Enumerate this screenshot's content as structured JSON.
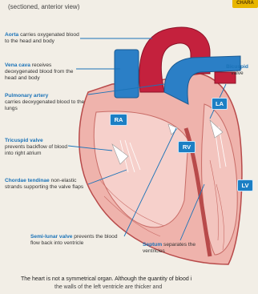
{
  "subtitle": "(sectioned, anterior view)",
  "badge": "CHARA",
  "labels": {
    "aorta": {
      "term": "Aorta",
      "desc": "carries oxygenated blood to the head and body"
    },
    "vena_cava": {
      "term": "Vena cava",
      "desc": "receives deoxygenated blood from the head and body"
    },
    "pulmonary": {
      "term": "Pulmonary artery",
      "desc": "carries deoxygenated blood to the lungs"
    },
    "tricuspid": {
      "term": "Tricuspid valve",
      "desc": "prevents backflow of blood into right atrium"
    },
    "chordae": {
      "term": "Chordae tendinae",
      "desc": "non-elastic strands supporting the valve flaps"
    },
    "semilunar": {
      "term": "Semi-lunar valve",
      "desc": "prevents the blood flow back into ventricle"
    },
    "septum": {
      "term": "Septum",
      "desc": "separates the ventricles"
    },
    "bicuspid": {
      "term": "Bicuspid",
      "desc": "valve"
    }
  },
  "chambers": {
    "ra": "RA",
    "rv": "RV",
    "la": "LA",
    "lv": "LV"
  },
  "caption": {
    "line1": "The heart is not a symmetrical organ. Although the quantity of blood i",
    "line2": "the walls of the left ventricle are thicker and"
  },
  "colors": {
    "aorta_red": "#c4213d",
    "vessel_blue": "#2b7fc6",
    "muscle_pink": "#e9a6a0",
    "muscle_dark": "#b84a4a",
    "tag_blue": "#1c7fc4"
  }
}
